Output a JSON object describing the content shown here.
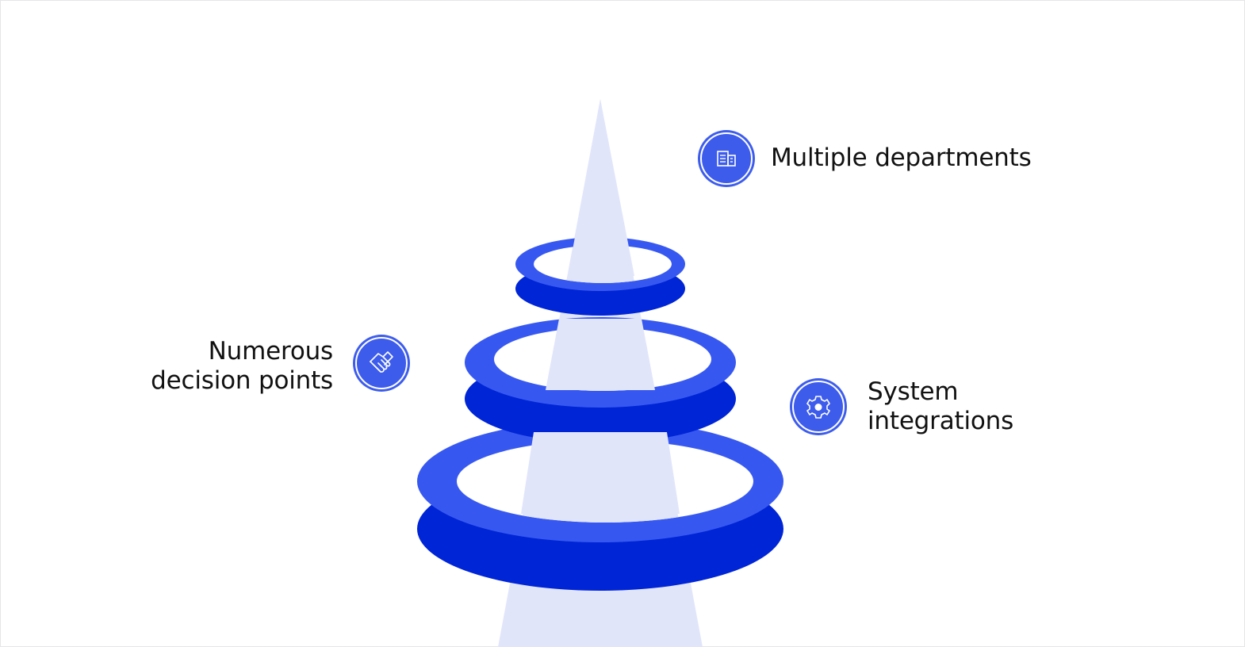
{
  "colors": {
    "beam": "#E1E5FA",
    "ring_top": "#3758F0",
    "ring_base": "#0025D6",
    "icon_fill": "#3D5CEC",
    "icon_line": "#ffffff"
  },
  "items": [
    {
      "icon": "building-icon",
      "lines": [
        "Multiple departments"
      ]
    },
    {
      "icon": "handshake-icon",
      "lines": [
        "Numerous",
        "decision points"
      ]
    },
    {
      "icon": "gear-icon",
      "lines": [
        "System",
        "integrations"
      ]
    }
  ]
}
